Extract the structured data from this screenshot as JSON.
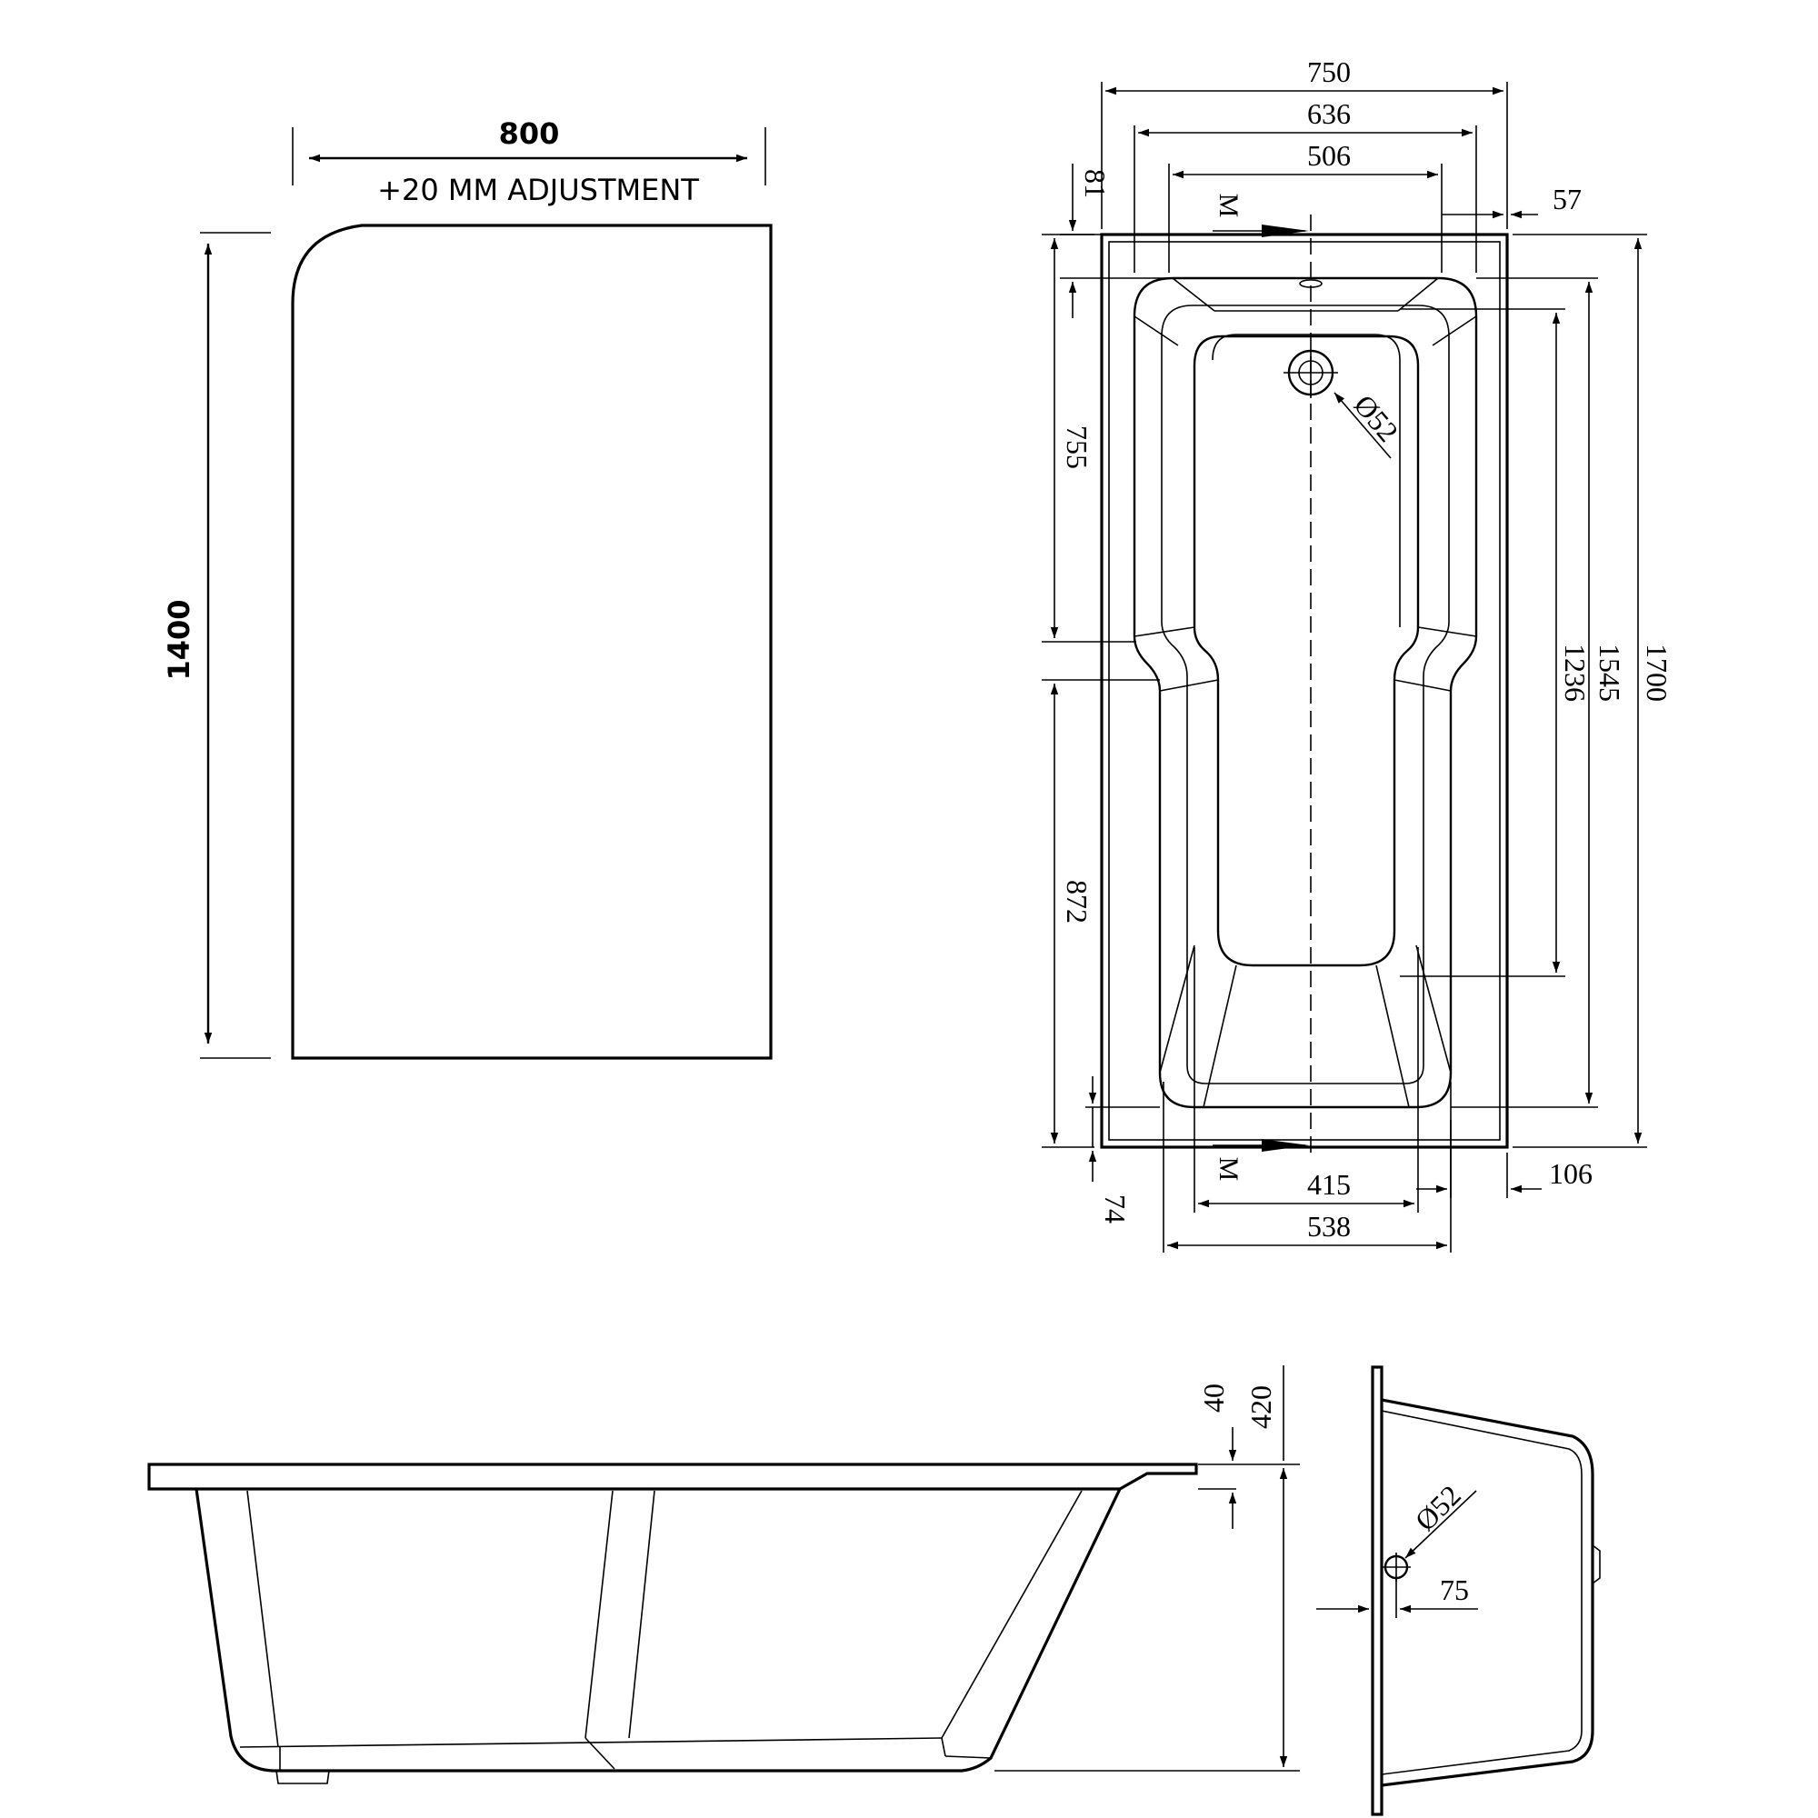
{
  "screen": {
    "labels": {
      "width": "800",
      "adjustment": "+20 MM ADJUSTMENT",
      "height": "1400"
    }
  },
  "plan": {
    "labels": {
      "overall_width": "750",
      "inner_width": "636",
      "bowl_width": "506",
      "rim_top_left": "81",
      "rim_top_right": "57",
      "marker_top": "M",
      "marker_bottom": "M",
      "waste_diameter": "Ø52",
      "upper_length": "755",
      "lower_length": "872",
      "bowl_length": "1236",
      "inner_length": "1545",
      "overall_length": "1700",
      "rim_bottom_left": "74",
      "rim_bottom_right": "106",
      "foot_width": "415",
      "shower_width": "538"
    }
  },
  "side": {
    "labels": {
      "rim_thickness": "40",
      "overall_height": "420"
    }
  },
  "end": {
    "labels": {
      "waste_diameter": "Ø52",
      "waste_offset": "75"
    }
  }
}
